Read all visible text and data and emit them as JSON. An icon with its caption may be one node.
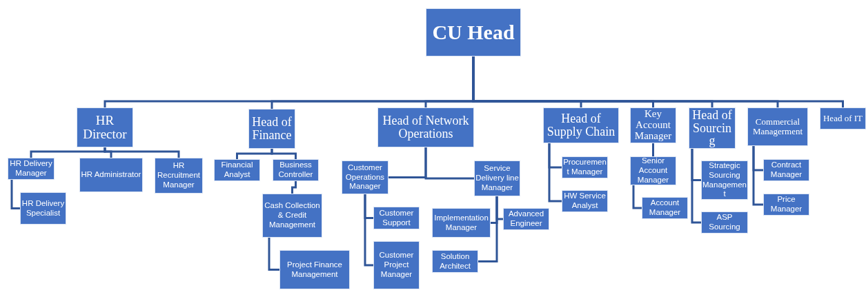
{
  "diagram": {
    "nodes": [
      {
        "text": [
          "CU Head"
        ]
      },
      {
        "text": [
          "HR Director"
        ]
      },
      {
        "text": [
          "Head of Finance"
        ]
      },
      {
        "text": [
          "Head of Network Operations"
        ]
      },
      {
        "text": [
          "Head of Supply Chain"
        ]
      },
      {
        "text": [
          "Key Account Manager"
        ]
      },
      {
        "text": [
          "Head of Sourcing"
        ]
      },
      {
        "text": [
          "Commercial Managerment"
        ]
      },
      {
        "text": [
          "Head of IT"
        ]
      },
      {
        "text": [
          "HR Delivery Manager"
        ]
      },
      {
        "text": [
          "HR Administrator"
        ]
      },
      {
        "text": [
          "HR Recruitment Manager"
        ]
      },
      {
        "text": [
          "HR Delivery Specialist"
        ]
      },
      {
        "text": [
          "Financial Analyst"
        ]
      },
      {
        "text": [
          "Business Controller"
        ]
      },
      {
        "text": [
          "Cash Collection & Credit Management"
        ]
      },
      {
        "text": [
          "Project Finance Management"
        ]
      },
      {
        "text": [
          "Customer Operations Manager"
        ]
      },
      {
        "text": [
          "Service Delivery line Manager"
        ]
      },
      {
        "text": [
          "Customer Support"
        ]
      },
      {
        "text": [
          "Customer Project Manager"
        ]
      },
      {
        "text": [
          "Implementation Manager"
        ]
      },
      {
        "text": [
          "Advanced Engineer"
        ]
      },
      {
        "text": [
          "Solution Architect"
        ]
      },
      {
        "text": [
          "Procurement Manager"
        ]
      },
      {
        "text": [
          "HW Service Analyst"
        ]
      },
      {
        "text": [
          "Senior Account Manager"
        ]
      },
      {
        "text": [
          "Account Manager"
        ]
      },
      {
        "text": [
          "Strategic Sourcing Management"
        ]
      },
      {
        "text": [
          "ASP Sourcing"
        ]
      },
      {
        "text": [
          "Contract Manager"
        ]
      },
      {
        "text": [
          "Price Manager"
        ]
      }
    ],
    "edges": [
      {
        "from": 0,
        "to": 1,
        "arrow": "none"
      },
      {
        "from": 0,
        "to": 2,
        "arrow": "none"
      },
      {
        "from": 0,
        "to": 3,
        "arrow": "none"
      },
      {
        "from": 0,
        "to": 4,
        "arrow": "none"
      },
      {
        "from": 0,
        "to": 5,
        "arrow": "none"
      },
      {
        "from": 0,
        "to": 6,
        "arrow": "none"
      },
      {
        "from": 0,
        "to": 7,
        "arrow": "none"
      },
      {
        "from": 0,
        "to": 8,
        "arrow": "none"
      },
      {
        "from": 1,
        "to": 9,
        "arrow": "none"
      },
      {
        "from": 1,
        "to": 10,
        "arrow": "none"
      },
      {
        "from": 1,
        "to": 11,
        "arrow": "none"
      },
      {
        "from": 9,
        "to": 12,
        "arrow": "none"
      },
      {
        "from": 2,
        "to": 13,
        "arrow": "none"
      },
      {
        "from": 2,
        "to": 14,
        "arrow": "none"
      },
      {
        "from": 14,
        "to": 15,
        "arrow": "none"
      },
      {
        "from": 15,
        "to": 16,
        "arrow": "none"
      },
      {
        "from": 3,
        "to": 17,
        "arrow": "none"
      },
      {
        "from": 3,
        "to": 18,
        "arrow": "none"
      },
      {
        "from": 17,
        "to": 19,
        "arrow": "none"
      },
      {
        "from": 17,
        "to": 20,
        "arrow": "none"
      },
      {
        "from": 18,
        "to": 21,
        "arrow": "none"
      },
      {
        "from": 18,
        "to": 22,
        "arrow": "none"
      },
      {
        "from": 18,
        "to": 23,
        "arrow": "none"
      },
      {
        "from": 4,
        "to": 24,
        "arrow": "none"
      },
      {
        "from": 4,
        "to": 25,
        "arrow": "none"
      },
      {
        "from": 5,
        "to": 26,
        "arrow": "none"
      },
      {
        "from": 26,
        "to": 27,
        "arrow": "none"
      },
      {
        "from": 6,
        "to": 28,
        "arrow": "none"
      },
      {
        "from": 6,
        "to": 29,
        "arrow": "none"
      },
      {
        "from": 7,
        "to": 30,
        "arrow": "none"
      },
      {
        "from": 7,
        "to": 31,
        "arrow": "none"
      }
    ]
  }
}
